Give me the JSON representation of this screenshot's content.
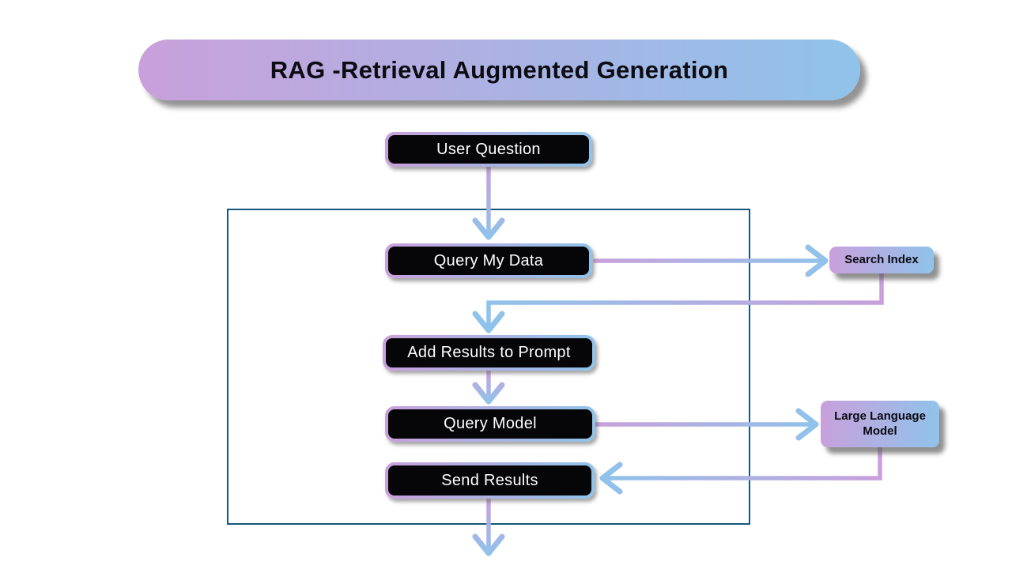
{
  "title": "RAG -Retrieval Augmented Generation",
  "nodes": {
    "user_question": "User Question",
    "query_my_data": "Query My Data",
    "add_results_to_prompt": "Add Results to Prompt",
    "query_model": "Query Model",
    "send_results": "Send Results",
    "search_index": "Search Index",
    "large_language_model": "Large Language Model"
  },
  "colors": {
    "purple": "#c9a0dc",
    "blue": "#8fc3ea",
    "teal": "#15587b",
    "black": "#060608",
    "white": "#ffffff"
  }
}
